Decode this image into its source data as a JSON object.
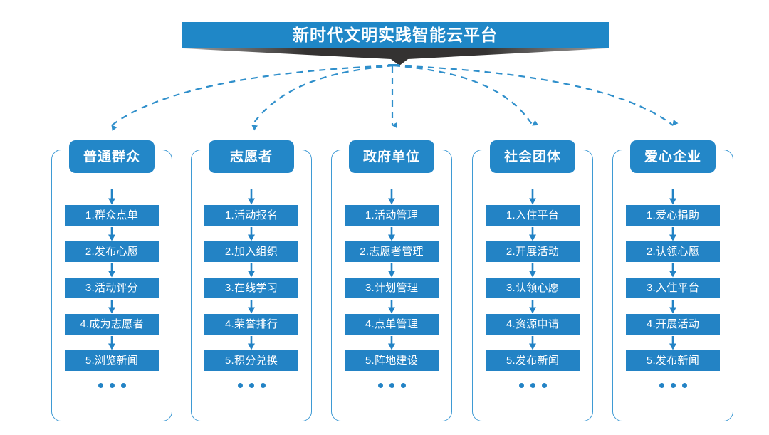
{
  "banner": {
    "title": "新时代文明实践智能云平台",
    "color": "#1f87c7",
    "tail_color": "#2e2c2b"
  },
  "theme": {
    "header_blue": "#2387c8",
    "item_blue": "#2383c5",
    "card_border": "#3e9ad4",
    "connector": "#2f8fcb",
    "background": "#ffffff"
  },
  "ellipsis_label": "• • •",
  "columns": [
    {
      "id": "public",
      "title": "普通群众",
      "items": [
        "1.群众点单",
        "2.发布心愿",
        "3.活动评分",
        "4.成为志愿者",
        "5.浏览新闻"
      ]
    },
    {
      "id": "volunteer",
      "title": "志愿者",
      "items": [
        "1.活动报名",
        "2.加入组织",
        "3.在线学习",
        "4.荣誉排行",
        "5.积分兑换"
      ]
    },
    {
      "id": "government",
      "title": "政府单位",
      "items": [
        "1.活动管理",
        "2.志愿者管理",
        "3.计划管理",
        "4.点单管理",
        "5.阵地建设"
      ]
    },
    {
      "id": "social-group",
      "title": "社会团体",
      "items": [
        "1.入住平台",
        "2.开展活动",
        "3.认领心愿",
        "4.资源申请",
        "5.发布新闻"
      ]
    },
    {
      "id": "enterprise",
      "title": "爱心企业",
      "items": [
        "1.爱心捐助",
        "2.认领心愿",
        "3.入住平台",
        "4.开展活动",
        "5.发布新闻"
      ]
    }
  ]
}
